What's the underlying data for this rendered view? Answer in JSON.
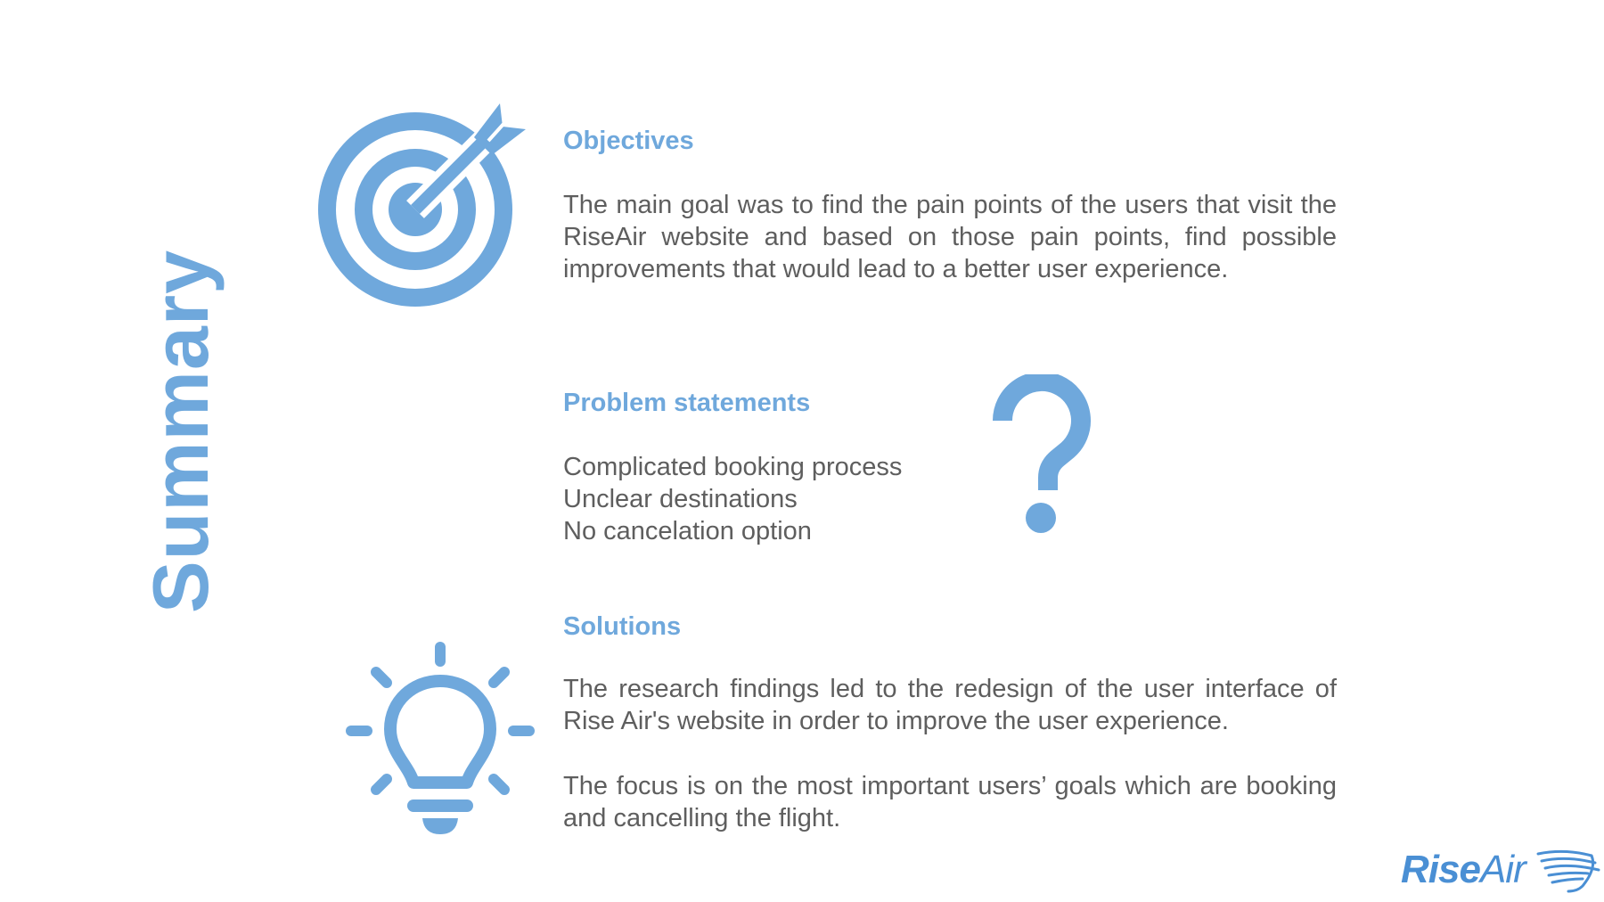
{
  "slide": {
    "side_title": "Summary"
  },
  "objectives": {
    "icon": "target-arrow-icon",
    "heading": "Objectives",
    "body": "The main goal was to find the pain points of the users that visit the RiseAir website and based on those pain points, find possible improvements that would lead to a better user experience."
  },
  "problems": {
    "icon": "question-mark-icon",
    "heading": "Problem statements",
    "items": [
      "Complicated booking process",
      "Unclear destinations",
      "No cancelation option"
    ]
  },
  "solutions": {
    "icon": "lightbulb-icon",
    "heading": "Solutions",
    "body1": "The research findings led to the redesign of the user interface of Rise Air's website in order to improve the user experience.",
    "body2": "The focus is on the most important users’ goals which are booking and cancelling the flight."
  },
  "logo": {
    "text_rise": "Rise",
    "text_air": "Air",
    "icon": "wing-logo-icon"
  },
  "colors": {
    "accent": "#6fa8dc",
    "text": "#5e5e5e",
    "logo": "#4a8fd4"
  }
}
